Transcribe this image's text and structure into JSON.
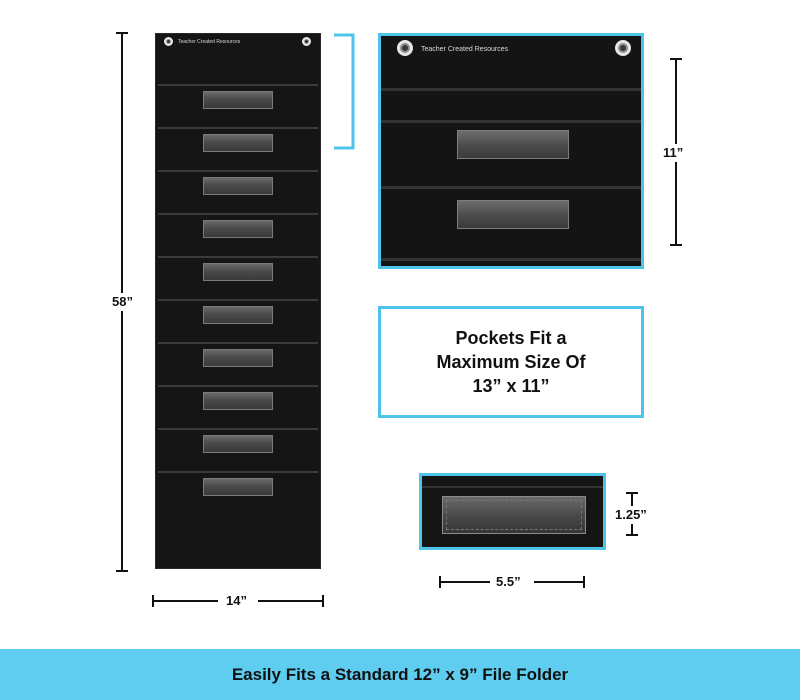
{
  "brand_text": "Teacher Created Resources",
  "colors": {
    "accent": "#4fc4ea",
    "banner": "#5fcdf0",
    "product": "#151515",
    "text": "#111111"
  },
  "dimensions": {
    "tall_height": "58”",
    "tall_width": "14”",
    "closeup_height": "11”",
    "pocket_width": "5.5”",
    "pocket_height": "1.25”"
  },
  "callout": {
    "lines": [
      "Pockets Fit a",
      "Maximum Size Of",
      "13” x 11”"
    ]
  },
  "banner": {
    "text": "Easily Fits a Standard 12” x 9” File Folder"
  },
  "tall_chart": {
    "pocket_count": 10
  }
}
